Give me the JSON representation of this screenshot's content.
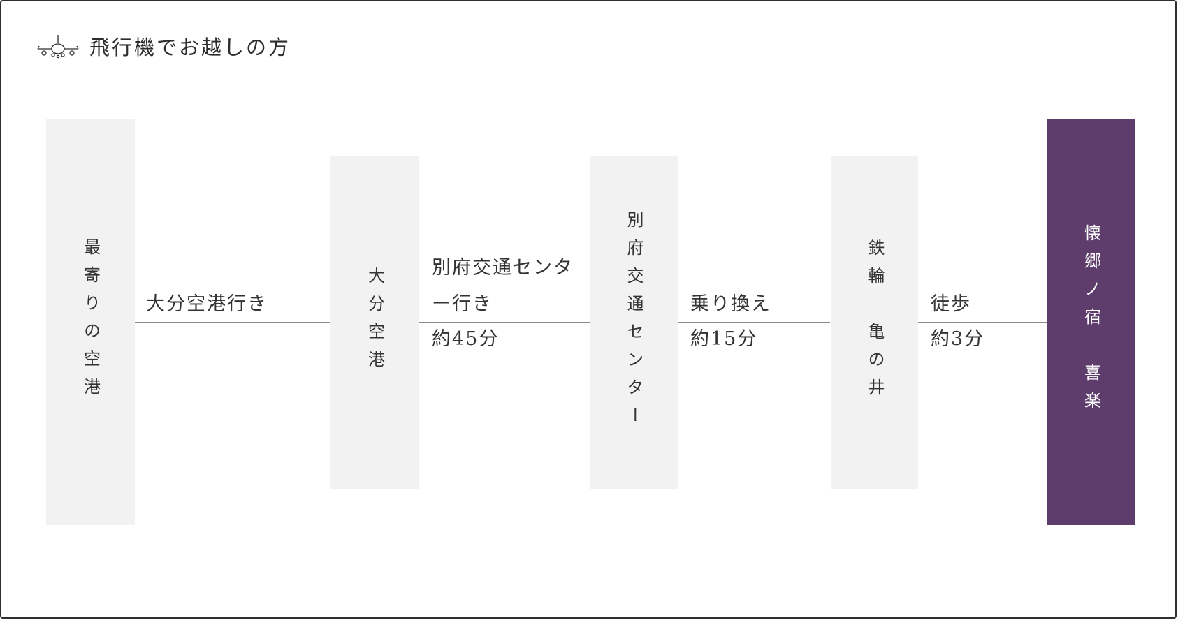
{
  "heading": {
    "icon": "airplane-icon",
    "title": "飛行機でお越しの方"
  },
  "stations": [
    {
      "label": "最寄りの空港"
    },
    {
      "label": "大分空港"
    },
    {
      "label": "別府交通センター"
    },
    {
      "label": "鉄輪　亀の井"
    },
    {
      "label": "懐郷ノ宿　喜楽"
    }
  ],
  "routes": [
    {
      "description": "大分空港行き",
      "duration": ""
    },
    {
      "description": "別府交通センター行き",
      "duration": "約45分"
    },
    {
      "description": "乗り換え",
      "duration": "約15分"
    },
    {
      "description": "徒歩",
      "duration": "約3分"
    }
  ],
  "colors": {
    "station_bg": "#f2f2f2",
    "destination_bg": "#5e3d6c",
    "line": "#8c8c8c",
    "border": "#2f2f2f"
  }
}
